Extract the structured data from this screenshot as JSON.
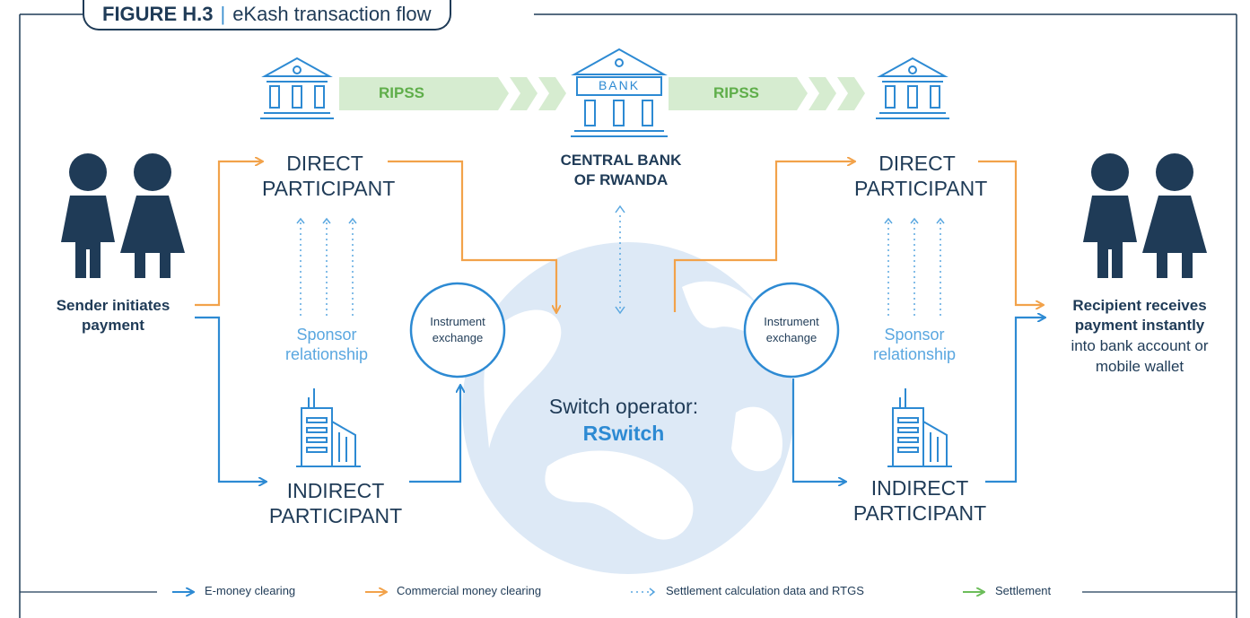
{
  "header": {
    "figure": "FIGURE H.3",
    "separator": "|",
    "title": "eKash transaction flow"
  },
  "ripss_left": "RIPSS",
  "ripss_right": "RIPSS",
  "central_bank": {
    "bank_word": "BANK",
    "line1": "CENTRAL BANK",
    "line2": "OF RWANDA"
  },
  "left_direct": {
    "line1": "DIRECT",
    "line2": "PARTICIPANT"
  },
  "right_direct": {
    "line1": "DIRECT",
    "line2": "PARTICIPANT"
  },
  "left_indirect": {
    "line1": "INDIRECT",
    "line2": "PARTICIPANT"
  },
  "right_indirect": {
    "line1": "INDIRECT",
    "line2": "PARTICIPANT"
  },
  "left_sponsor": {
    "line1": "Sponsor",
    "line2": "relationship"
  },
  "right_sponsor": {
    "line1": "Sponsor",
    "line2": "relationship"
  },
  "left_instrument": {
    "line1": "Instrument",
    "line2": "exchange"
  },
  "right_instrument": {
    "line1": "Instrument",
    "line2": "exchange"
  },
  "sender": {
    "line1": "Sender initiates",
    "line2": "payment"
  },
  "recipient": {
    "line1": "Recipient receives",
    "line2": "payment instantly",
    "line3": "into bank account or",
    "line4": "mobile wallet"
  },
  "switch": {
    "label": "Switch operator:",
    "name": "RSwitch"
  },
  "legend": {
    "emoney": "E-money clearing",
    "commercial": "Commercial money clearing",
    "settlement_calc": "Settlement calculation data and RTGS",
    "settlement": "Settlement"
  },
  "colors": {
    "navy": "#1f3b57",
    "blue": "#2d8ad3",
    "orange": "#f2a24a",
    "green": "#6cbd5a",
    "green_band": "#d6ecd0",
    "globe": "#dde9f6"
  }
}
